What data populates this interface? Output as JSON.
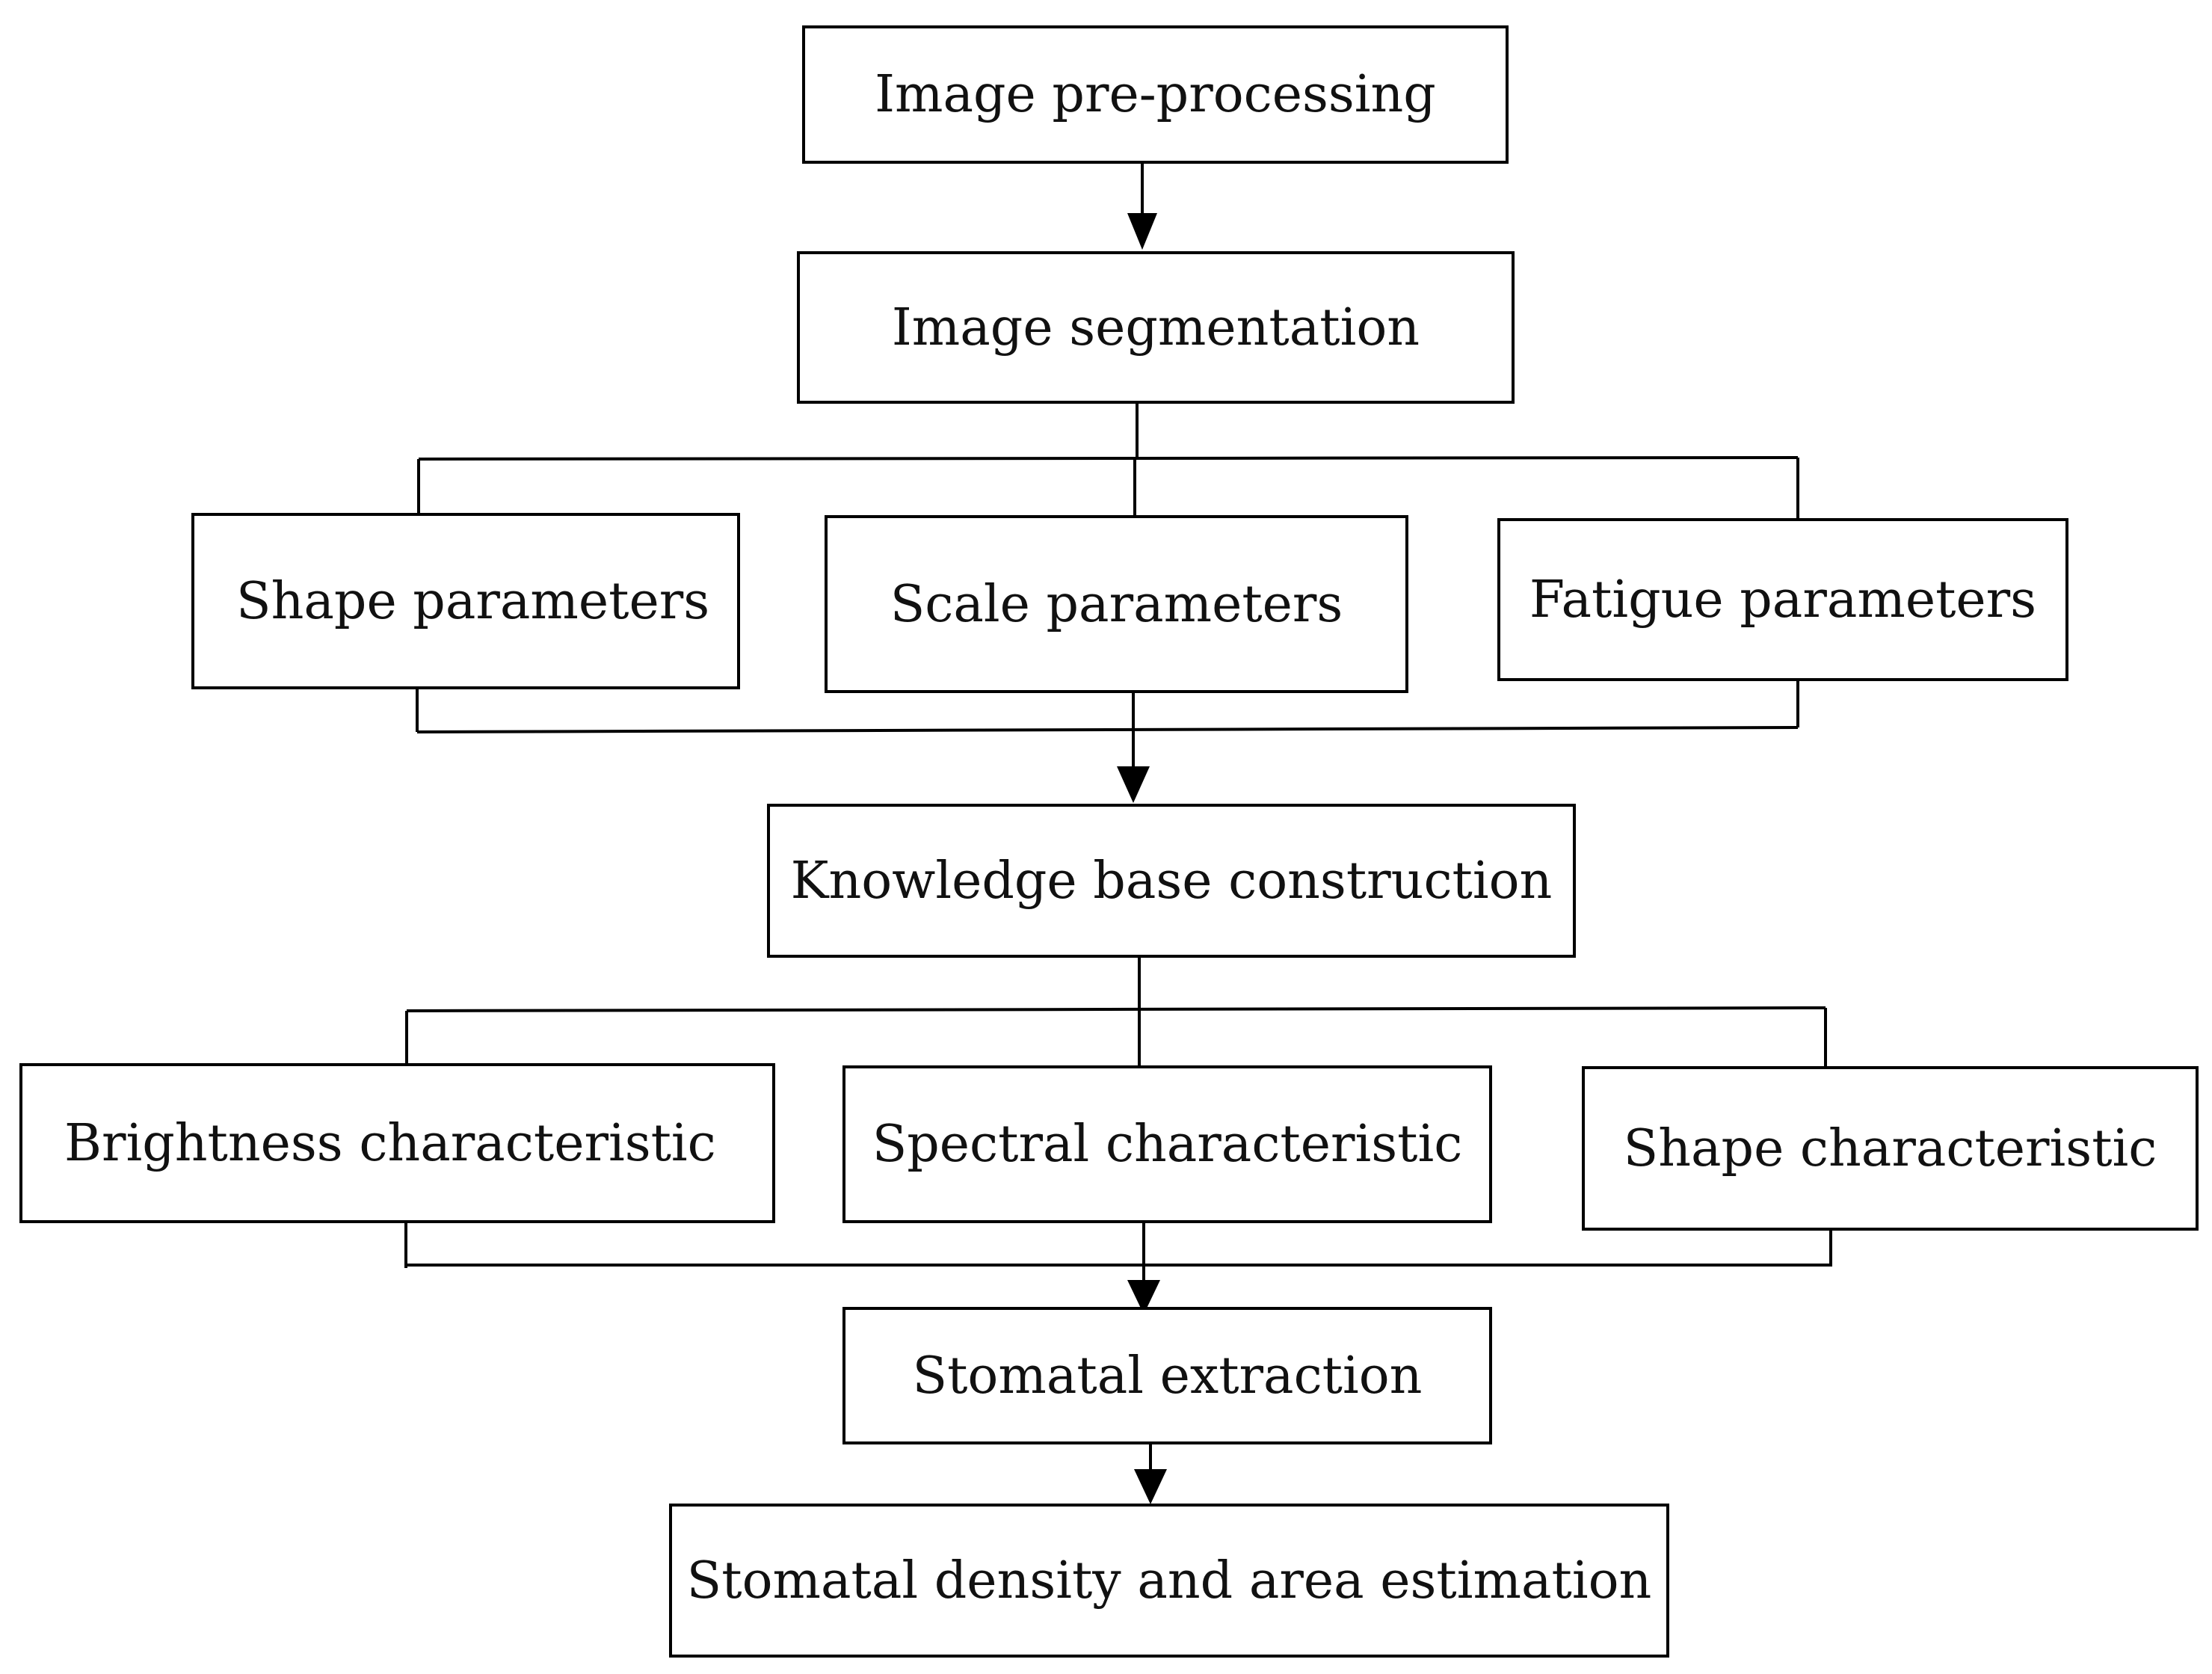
{
  "diagram": {
    "nodes": {
      "preprocessing": "Image pre-processing",
      "segmentation": "Image segmentation",
      "shape_parameters": "Shape parameters",
      "scale_parameters": "Scale parameters",
      "fatigue_parameters": "Fatigue parameters",
      "knowledge_base": "Knowledge base construction",
      "brightness": "Brightness characteristic",
      "spectral": "Spectral characteristic",
      "shape_characteristic": "Shape characteristic",
      "stomatal_extraction": "Stomatal extraction",
      "density_area": "Stomatal density and area estimation"
    },
    "edges": [
      [
        "preprocessing",
        "segmentation"
      ],
      [
        "segmentation",
        "shape_parameters"
      ],
      [
        "segmentation",
        "scale_parameters"
      ],
      [
        "segmentation",
        "fatigue_parameters"
      ],
      [
        "shape_parameters",
        "knowledge_base"
      ],
      [
        "scale_parameters",
        "knowledge_base"
      ],
      [
        "fatigue_parameters",
        "knowledge_base"
      ],
      [
        "knowledge_base",
        "brightness"
      ],
      [
        "knowledge_base",
        "spectral"
      ],
      [
        "knowledge_base",
        "shape_characteristic"
      ],
      [
        "brightness",
        "stomatal_extraction"
      ],
      [
        "spectral",
        "stomatal_extraction"
      ],
      [
        "shape_characteristic",
        "stomatal_extraction"
      ],
      [
        "stomatal_extraction",
        "density_area"
      ]
    ],
    "line_color": "#000000"
  }
}
